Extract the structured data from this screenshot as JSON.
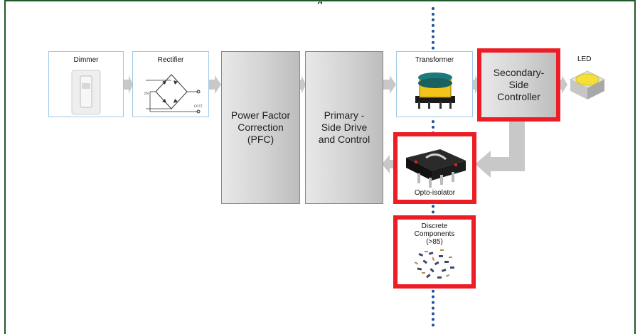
{
  "blocks": {
    "dimmer": {
      "label": "Dimmer"
    },
    "rectifier": {
      "label": "Rectifier",
      "in_label": "IN",
      "out_label": "OUT"
    },
    "pfc": {
      "line1": "Power Factor",
      "line2": "Correction",
      "line3": "(PFC)"
    },
    "primary": {
      "line1": "Primary -",
      "line2": "Side  Drive",
      "line3": "and Control"
    },
    "transformer": {
      "label": "Transformer"
    },
    "secondary": {
      "line1": "Secondary-",
      "line2": "Side",
      "line3": "Controller"
    },
    "led": {
      "label": "LED"
    },
    "opto": {
      "label": "Opto-isolator"
    },
    "discrete": {
      "line1": "Discrete",
      "line2": "Components",
      "line3": "(>85)"
    }
  },
  "colors": {
    "highlight": "#ee1c25",
    "divider": "#1d4fa0",
    "frame": "#1f5a2a",
    "box_border": "#9ec9e6"
  }
}
